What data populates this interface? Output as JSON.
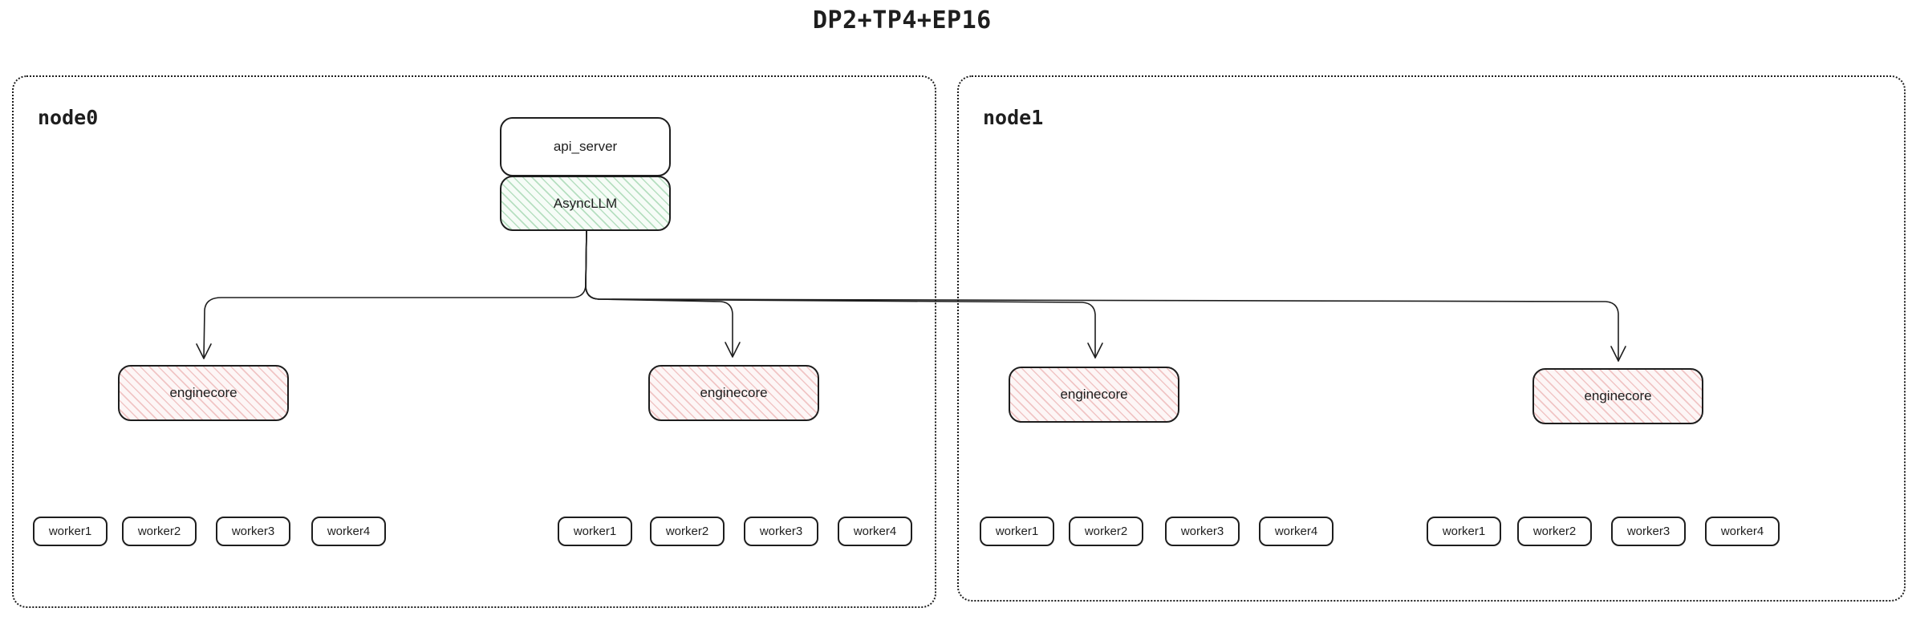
{
  "title": "DP2+TP4+EP16",
  "api_server": {
    "label": "api_server"
  },
  "async_llm": {
    "label": "AsyncLLM"
  },
  "nodes": [
    {
      "label": "node0",
      "enginecores": [
        {
          "label": "enginecore",
          "workers": [
            "worker1",
            "worker2",
            "worker3",
            "worker4"
          ]
        },
        {
          "label": "enginecore",
          "workers": [
            "worker1",
            "worker2",
            "worker3",
            "worker4"
          ]
        }
      ]
    },
    {
      "label": "node1",
      "enginecores": [
        {
          "label": "enginecore",
          "workers": [
            "worker1",
            "worker2",
            "worker3",
            "worker4"
          ]
        },
        {
          "label": "enginecore",
          "workers": [
            "worker1",
            "worker2",
            "worker3",
            "worker4"
          ]
        }
      ]
    }
  ],
  "colors": {
    "stroke": "#1e1e1e",
    "asyncllm_fill": "#d9f2de",
    "enginecore_fill": "#f7e0e0",
    "background": "#ffffff"
  }
}
